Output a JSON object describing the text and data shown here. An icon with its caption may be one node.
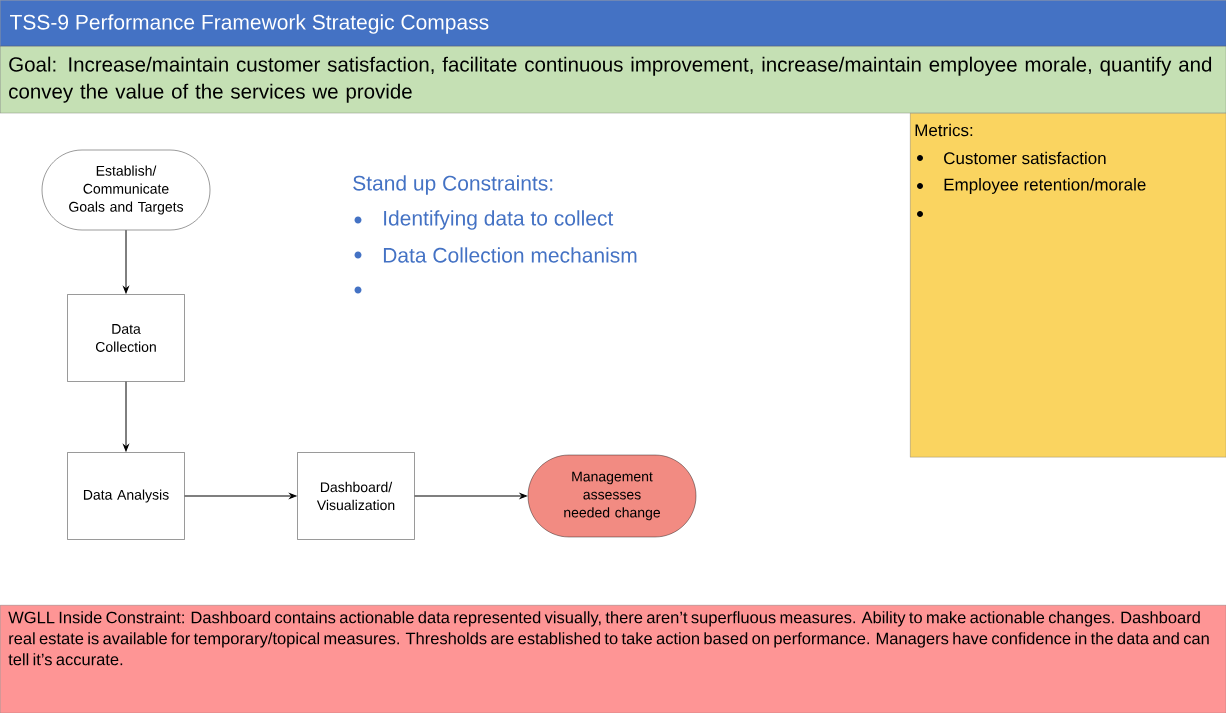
{
  "diagram": {
    "title": "TSS-9 Performance Framework Strategic Compass",
    "nodes": [
      {
        "text": [
          "Goal: Increase/maintain customer satisfaction, facilitate continuous improvement, increase/maintain employee morale, quantify and convey the value of the services we provide"
        ]
      },
      {
        "text": [
          "Metrics:",
          "Customer satisfaction",
          "Employee retention/morale"
        ]
      },
      {
        "text": [
          "Establish/ Communicate Goals and Targets"
        ]
      },
      {
        "text": [
          "Data Collection"
        ]
      },
      {
        "text": [
          "Data Analysis"
        ]
      },
      {
        "text": [
          "Dashboard/ Visualization"
        ]
      },
      {
        "text": [
          "Management assesses needed change"
        ]
      },
      {
        "text": [
          "WGLL Inside Constraint: Dashboard contains actionable data represented visually, there aren’t superfluous measures.  Ability to make actionable changes.  Dashboard real estate is available for temporary/topical measures.  Thresholds are established to take action based on performance.  Managers have confidence in the data and can tell it’s accurate."
        ]
      }
    ],
    "edges": [
      {
        "from": 2,
        "to": 3,
        "arrow": "to"
      },
      {
        "from": 3,
        "to": 4,
        "arrow": "to"
      },
      {
        "from": 4,
        "to": 5,
        "arrow": "to"
      },
      {
        "from": 5,
        "to": 6,
        "arrow": "to"
      }
    ],
    "labels": [
      "Stand up Constraints:",
      "Identifying data to collect",
      "Data Collection mechanism"
    ]
  }
}
